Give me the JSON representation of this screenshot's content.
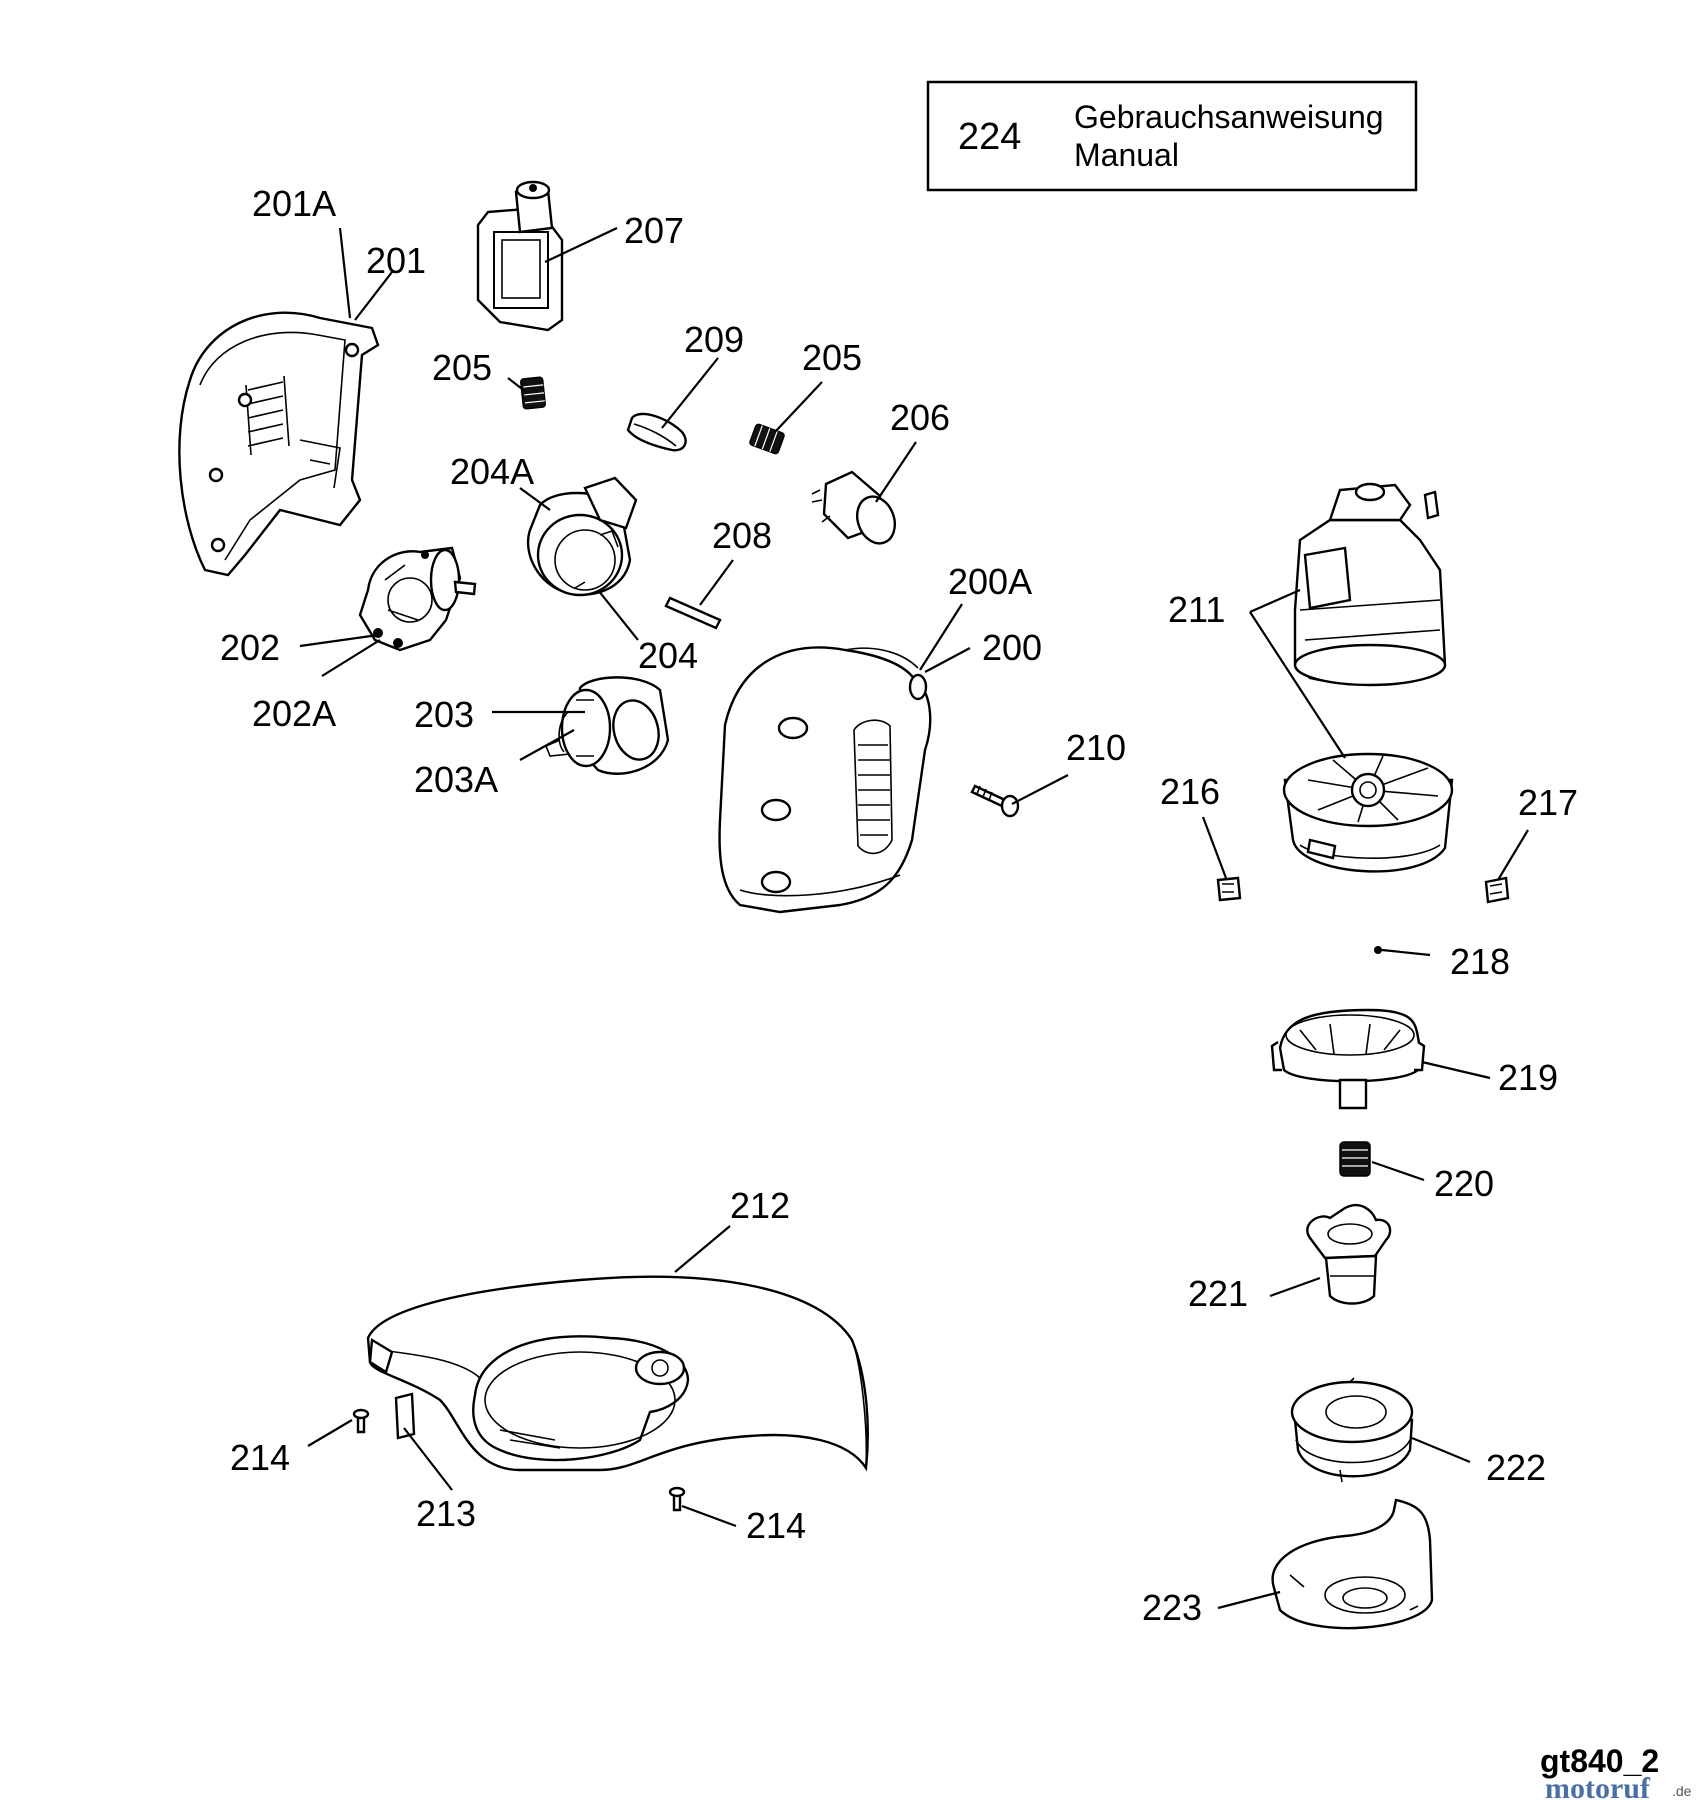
{
  "legend": {
    "number": "224",
    "line1": "Gebrauchsanweisung",
    "line2": "Manual"
  },
  "diagram_code": "gt840_2",
  "watermark": {
    "name": "motoruf",
    "suffix": ".de"
  },
  "callouts": [
    {
      "id": "201A",
      "text": "201A"
    },
    {
      "id": "201",
      "text": "201"
    },
    {
      "id": "207",
      "text": "207"
    },
    {
      "id": "205a",
      "text": "205"
    },
    {
      "id": "209",
      "text": "209"
    },
    {
      "id": "205b",
      "text": "205"
    },
    {
      "id": "206",
      "text": "206"
    },
    {
      "id": "204A",
      "text": "204A"
    },
    {
      "id": "208",
      "text": "208"
    },
    {
      "id": "200A",
      "text": "200A"
    },
    {
      "id": "200",
      "text": "200"
    },
    {
      "id": "202",
      "text": "202"
    },
    {
      "id": "202A",
      "text": "202A"
    },
    {
      "id": "204",
      "text": "204"
    },
    {
      "id": "203",
      "text": "203"
    },
    {
      "id": "203A",
      "text": "203A"
    },
    {
      "id": "210",
      "text": "210"
    },
    {
      "id": "211",
      "text": "211"
    },
    {
      "id": "216",
      "text": "216"
    },
    {
      "id": "217",
      "text": "217"
    },
    {
      "id": "218",
      "text": "218"
    },
    {
      "id": "219",
      "text": "219"
    },
    {
      "id": "220",
      "text": "220"
    },
    {
      "id": "221",
      "text": "221"
    },
    {
      "id": "212",
      "text": "212"
    },
    {
      "id": "214a",
      "text": "214"
    },
    {
      "id": "213",
      "text": "213"
    },
    {
      "id": "214b",
      "text": "214"
    },
    {
      "id": "222",
      "text": "222"
    },
    {
      "id": "223",
      "text": "223"
    }
  ]
}
